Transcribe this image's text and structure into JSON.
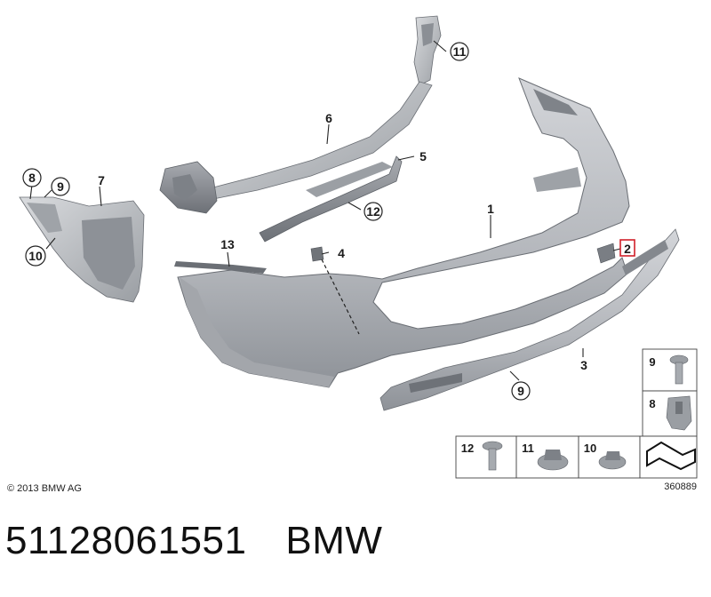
{
  "diagram": {
    "callouts": {
      "c1": "1",
      "c2": "2",
      "c3": "3",
      "c4": "4",
      "c5": "5",
      "c6": "6",
      "c7": "7",
      "c8": "8",
      "c9": "9",
      "c9b": "9",
      "c10": "10",
      "c11": "11",
      "c12": "12",
      "c13": "13"
    },
    "legend": {
      "item9": "9",
      "item8": "8",
      "item12": "12",
      "item11": "11",
      "item10": "10"
    },
    "copyright": "© 2013 BMW AG",
    "diagram_id": "360889"
  },
  "part_line": {
    "part_number": "51128061551",
    "brand": "BMW"
  },
  "colors": {
    "part_fill": "#b9bcc1",
    "part_shade": "#8d9197",
    "highlight_box": "#d0202a"
  }
}
